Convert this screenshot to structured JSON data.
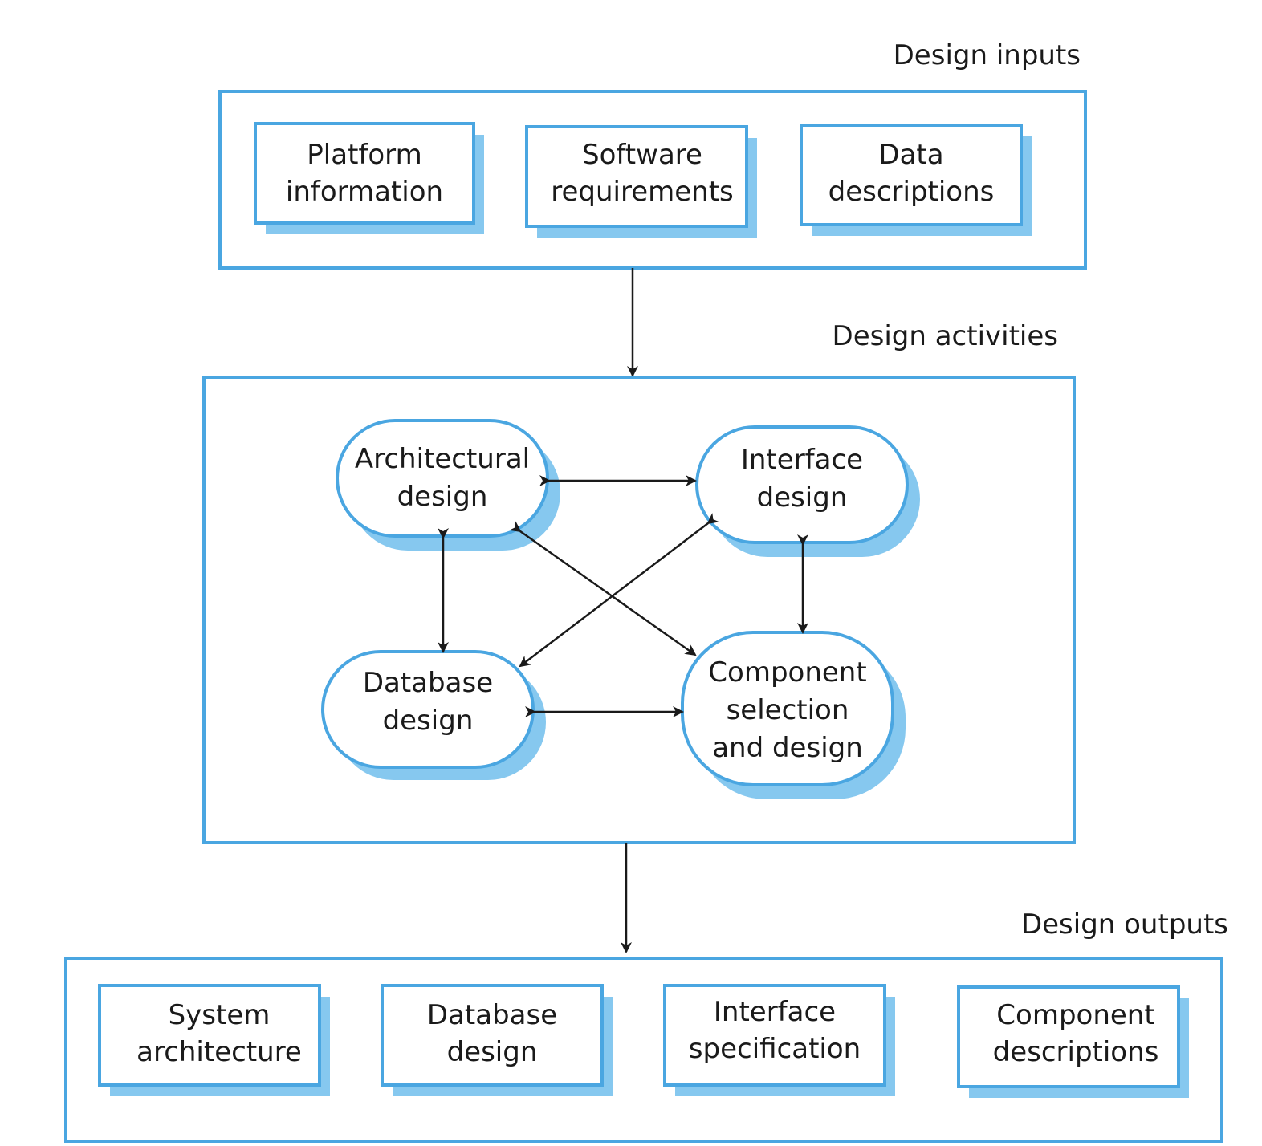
{
  "colors": {
    "frame_stroke": "#4aa6e1",
    "card_shadow": "#86c8ef",
    "text": "#1a1a1a",
    "background": "#ffffff"
  },
  "sections": {
    "inputs": {
      "label": "Design inputs",
      "items": [
        {
          "lines": [
            "Platform",
            "information"
          ]
        },
        {
          "lines": [
            "Software",
            "requirements"
          ]
        },
        {
          "lines": [
            "Data",
            "descriptions"
          ]
        }
      ]
    },
    "activities": {
      "label": "Design activities",
      "nodes": {
        "architectural": {
          "lines": [
            "Architectural",
            "design"
          ]
        },
        "interface": {
          "lines": [
            "Interface",
            "design"
          ]
        },
        "database": {
          "lines": [
            "Database",
            "design"
          ]
        },
        "component": {
          "lines": [
            "Component",
            "selection",
            "and design"
          ]
        }
      }
    },
    "outputs": {
      "label": "Design outputs",
      "items": [
        {
          "lines": [
            "System",
            "architecture"
          ]
        },
        {
          "lines": [
            "Database",
            "design"
          ]
        },
        {
          "lines": [
            "Interface",
            "specification"
          ]
        },
        {
          "lines": [
            "Component",
            "descriptions"
          ]
        }
      ]
    }
  }
}
